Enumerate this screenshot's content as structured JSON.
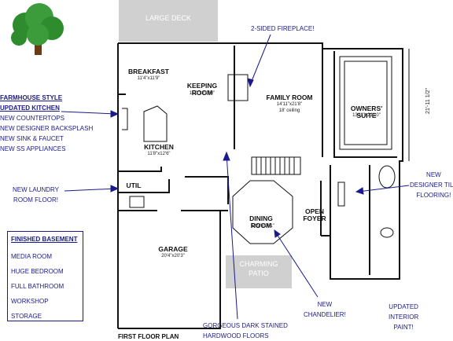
{
  "deck": "LARGE DECK",
  "patio": "CHARMING\nPATIO",
  "plan_title": "FIRST FLOOR PLAN",
  "rooms": {
    "breakfast": {
      "name": "BREAKFAST",
      "dim": "11'4\"x11'9\""
    },
    "keeping": {
      "name": "KEEPING\nROOM",
      "dim": "11'0\"x21'10\""
    },
    "family": {
      "name": "FAMILY ROOM",
      "dim": "14'11\"x21'8\"",
      "note": "18' ceiling"
    },
    "owners": {
      "name": "OWNERS'\nSUITE",
      "dim": "13'11\"x21'10\""
    },
    "kitchen": {
      "name": "KITCHEN",
      "dim": "11'8\"x12'6\""
    },
    "util": {
      "name": "UTIL"
    },
    "dining": {
      "name": "DINING\nROOM",
      "dim": "13'9\"x14'1\""
    },
    "foyer": {
      "name": "OPEN\nFOYER"
    },
    "garage": {
      "name": "GARAGE",
      "dim": "20'4\"x20'3\""
    },
    "side_dim": "21'-11 1/2\""
  },
  "callouts": {
    "fireplace": "2-SIDED  FIREPLACE!",
    "kitchen_updates": [
      "FARMHOUSE STYLE",
      "UPDATED KITCHEN",
      "NEW COUNTERTOPS",
      "NEW DESIGNER BACKSPLASH",
      "NEW SINK & FAUCET",
      "NEW SS APPLIANCES"
    ],
    "laundry": [
      "NEW LAUNDRY",
      "ROOM FLOOR!"
    ],
    "tile": [
      "NEW",
      "DESIGNER TILE",
      "FLOORING!"
    ],
    "chandelier": [
      "NEW",
      "CHANDELIER!"
    ],
    "paint": [
      "UPDATED",
      "INTERIOR",
      "PAINT!"
    ],
    "hardwood": [
      "GORGEOUS DARK STAINED",
      "HARDWOOD FLOORS"
    ]
  },
  "basement": {
    "title": "FINISHED BASEMENT",
    "items": [
      "MEDIA ROOM",
      "HUGE BEDROOM",
      "FULL BATHROOM",
      "WORKSHOP",
      "STORAGE"
    ]
  },
  "colors": {
    "annotation": "#1a1a8c",
    "wall": "#111111",
    "grey_block": "#d0d0d0",
    "tree_green": "#2e8b2e",
    "trunk": "#6b3a1a"
  }
}
